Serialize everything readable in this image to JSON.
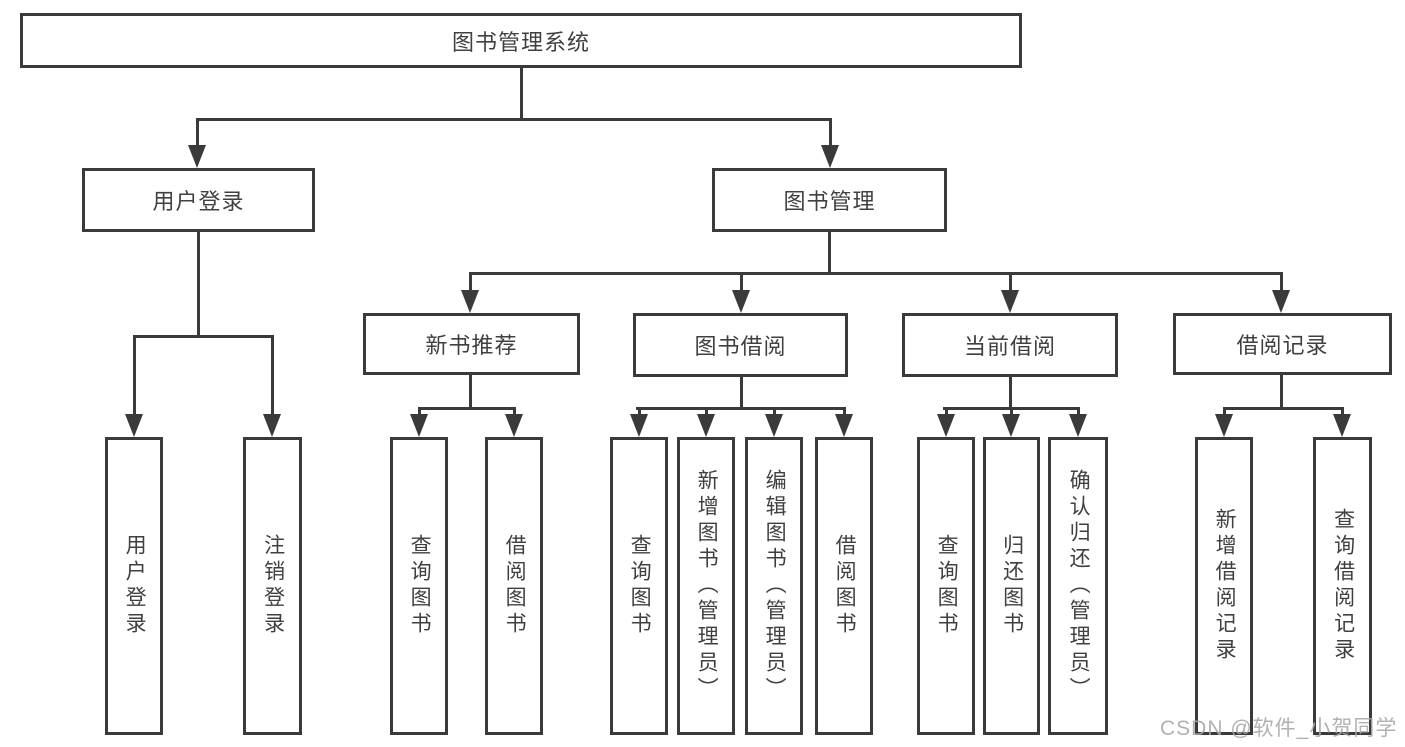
{
  "tree": {
    "label": "图书管理系统",
    "children": [
      {
        "label": "用户登录",
        "children": [
          {
            "label": "用户登录"
          },
          {
            "label": "注销登录"
          }
        ]
      },
      {
        "label": "图书管理",
        "children": [
          {
            "label": "新书推荐",
            "children": [
              {
                "label": "查询图书"
              },
              {
                "label": "借阅图书"
              }
            ]
          },
          {
            "label": "图书借阅",
            "children": [
              {
                "label": "查询图书"
              },
              {
                "label": "新增图书（管理员）"
              },
              {
                "label": "编辑图书（管理员）"
              },
              {
                "label": "借阅图书"
              }
            ]
          },
          {
            "label": "当前借阅",
            "children": [
              {
                "label": "查询图书"
              },
              {
                "label": "归还图书"
              },
              {
                "label": "确认归还（管理员）"
              }
            ]
          },
          {
            "label": "借阅记录",
            "children": [
              {
                "label": "新增借阅记录"
              },
              {
                "label": "查询借阅记录"
              }
            ]
          }
        ]
      }
    ]
  },
  "watermark": {
    "text": "CSDN @软件_小贺同学"
  },
  "colors": {
    "line": "#3a3a3a",
    "text": "#404040",
    "background": "#ffffff",
    "watermark": "#a8a8a8"
  }
}
